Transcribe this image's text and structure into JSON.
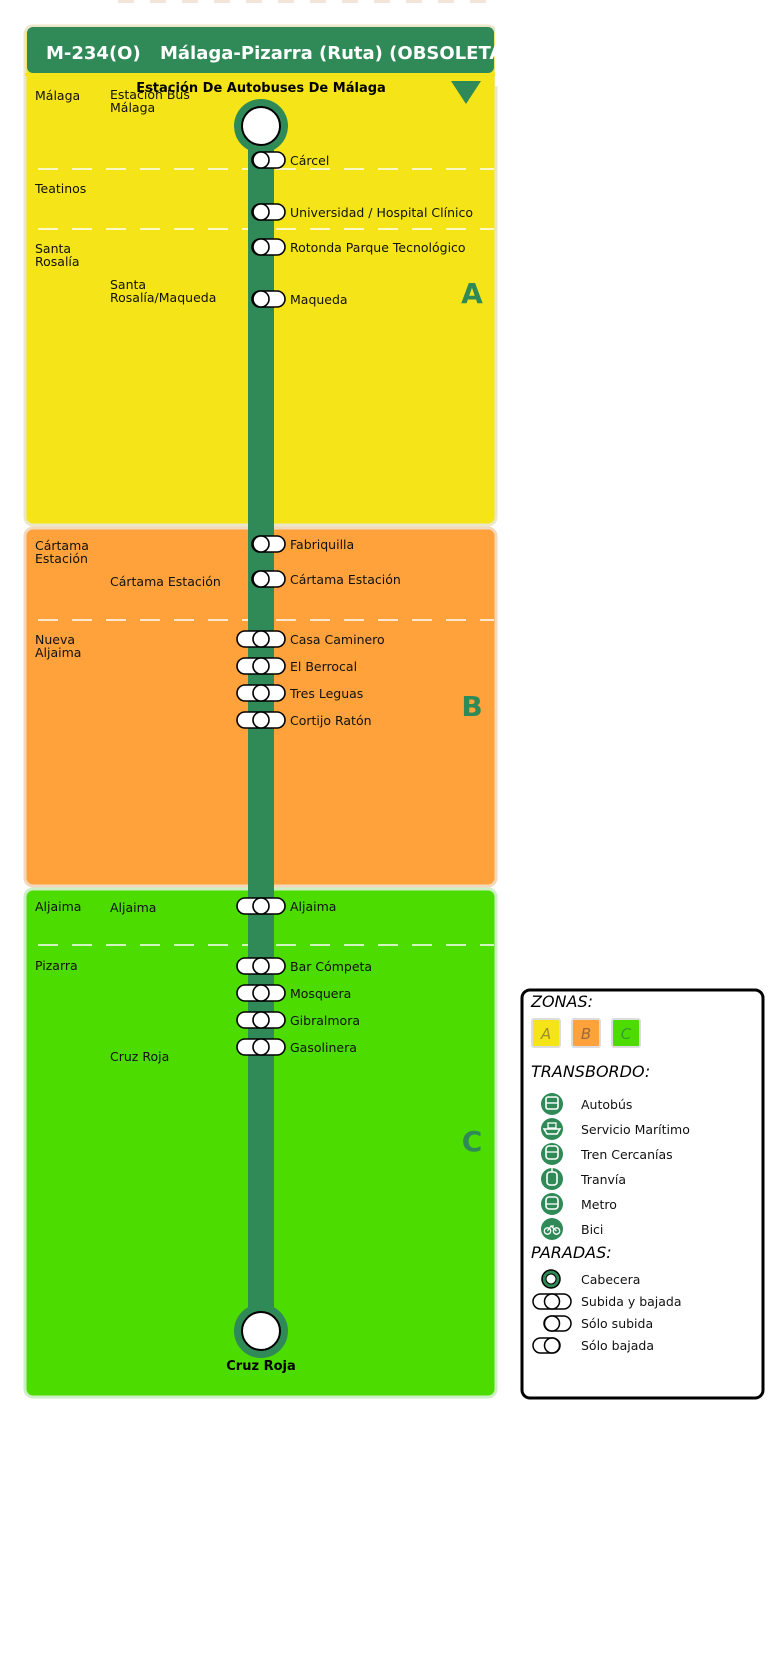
{
  "route": {
    "code": "M-234(O)",
    "name": "Málaga-Pizarra (Ruta) (OBSOLETA)",
    "line_color": "#2f8a57",
    "header_color": "#2f8a57"
  },
  "zones": [
    {
      "id": "A",
      "label": "A",
      "color": "#f5e518"
    },
    {
      "id": "B",
      "label": "B",
      "color": "#ffa23b"
    },
    {
      "id": "C",
      "label": "C",
      "color": "#4ddc00"
    }
  ],
  "municipalities": [
    {
      "id": "malaga",
      "label": "Málaga"
    },
    {
      "id": "teatinos",
      "label": "Teatinos"
    },
    {
      "id": "santa-rosalia",
      "label": [
        "Santa",
        "Rosalía"
      ]
    },
    {
      "id": "cartama-estacion",
      "label": [
        "Cártama",
        "Estación"
      ]
    },
    {
      "id": "nueva-aljaima",
      "label": [
        "Nueva",
        "Aljaima"
      ]
    },
    {
      "id": "aljaima",
      "label": "Aljaima"
    },
    {
      "id": "pizarra",
      "label": "Pizarra"
    }
  ],
  "localities": [
    {
      "id": "estacion-bus-malaga",
      "label": [
        "Estación Bus",
        "Málaga"
      ]
    },
    {
      "id": "santa-rosalia-maqueda",
      "label": [
        "Santa",
        "Rosalía/Maqueda"
      ]
    },
    {
      "id": "cartama-estacion",
      "label": "Cártama Estación"
    },
    {
      "id": "aljaima",
      "label": "Aljaima"
    },
    {
      "id": "cruz-roja",
      "label": "Cruz Roja"
    }
  ],
  "terminals": {
    "start": "Estación De Autobuses De Málaga",
    "end": "Cruz Roja"
  },
  "stops": [
    {
      "name": "Cárcel",
      "kind": "subida"
    },
    {
      "name": "Universidad / Hospital Clínico",
      "kind": "subida"
    },
    {
      "name": "Rotonda Parque Tecnológico",
      "kind": "subida"
    },
    {
      "name": "Maqueda",
      "kind": "subida"
    },
    {
      "name": "Fabriquilla",
      "kind": "subida"
    },
    {
      "name": "Cártama Estación",
      "kind": "subida"
    },
    {
      "name": "Casa Caminero",
      "kind": "subida_bajada"
    },
    {
      "name": "El Berrocal",
      "kind": "subida_bajada"
    },
    {
      "name": "Tres Leguas",
      "kind": "subida_bajada"
    },
    {
      "name": "Cortijo Ratón",
      "kind": "subida_bajada"
    },
    {
      "name": "Aljaima",
      "kind": "subida_bajada"
    },
    {
      "name": "Bar Cómpeta",
      "kind": "subida_bajada"
    },
    {
      "name": "Mosquera",
      "kind": "subida_bajada"
    },
    {
      "name": "Gibralmora",
      "kind": "subida_bajada"
    },
    {
      "name": "Gasolinera",
      "kind": "subida_bajada"
    }
  ],
  "legend": {
    "zones_title": "ZONAS:",
    "transfer_title": "TRANSBORDO:",
    "stops_title": "PARADAS:",
    "transfers": [
      {
        "icon": "bus-icon",
        "label": "Autobús"
      },
      {
        "icon": "ship-icon",
        "label": "Servicio Marítimo"
      },
      {
        "icon": "train-icon",
        "label": "Tren Cercanías"
      },
      {
        "icon": "tram-icon",
        "label": "Tranvía"
      },
      {
        "icon": "metro-icon",
        "label": "Metro"
      },
      {
        "icon": "bike-icon",
        "label": "Bici"
      }
    ],
    "stop_types": [
      {
        "icon": "terminal-stop-icon",
        "label": "Cabecera"
      },
      {
        "icon": "board-alight-stop-icon",
        "label": "Subida y bajada"
      },
      {
        "icon": "board-only-stop-icon",
        "label": "Sólo subida"
      },
      {
        "icon": "alight-only-stop-icon",
        "label": "Sólo bajada"
      }
    ]
  }
}
